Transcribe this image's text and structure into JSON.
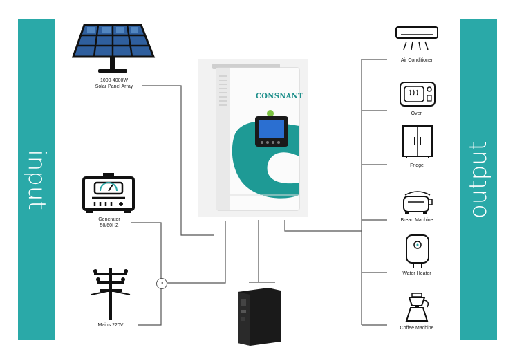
{
  "input_label": "input",
  "output_label": "output",
  "brand": "CONSNANT",
  "or_label": "or",
  "inputs": {
    "solar_power": "1000-4000W",
    "solar_name": "Solar Panel Array",
    "generator_name": "Generator",
    "generator_freq": "50/60HZ",
    "mains": "Mains 220V"
  },
  "outputs": {
    "air_conditioner": "Air Conditioner",
    "oven": "Oven",
    "fridge": "Fridge",
    "bread_machine": "Bread Machine",
    "water_heater": "Water Heater",
    "coffee_machine": "Coffee Machine"
  },
  "colors": {
    "accent": "#2aa9a8",
    "line": "#555555"
  }
}
